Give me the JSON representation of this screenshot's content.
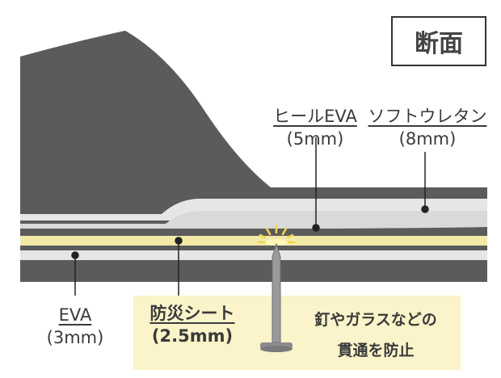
{
  "title": "断面",
  "labels": {
    "heel_eva": {
      "name": "ヒールEVA",
      "value": "(5mm)"
    },
    "soft_urethane": {
      "name": "ソフトウレタン",
      "value": "(8mm)"
    },
    "eva": {
      "name": "EVA",
      "value": "(3mm)"
    },
    "sheet": {
      "name": "防災シート",
      "value": "(2.5mm)"
    }
  },
  "caption": {
    "line1": "釘やガラスなどの",
    "line2": "貫通を防止"
  },
  "colors": {
    "upper": "#5b5b5c",
    "outsole": "#5e5e60",
    "layer_light": "#e6e6e6",
    "protection_sheet": "#f3e9a6",
    "highlight": "#fbf3c9",
    "nail": "#9a9a9c",
    "spark": "#f4d54a"
  }
}
